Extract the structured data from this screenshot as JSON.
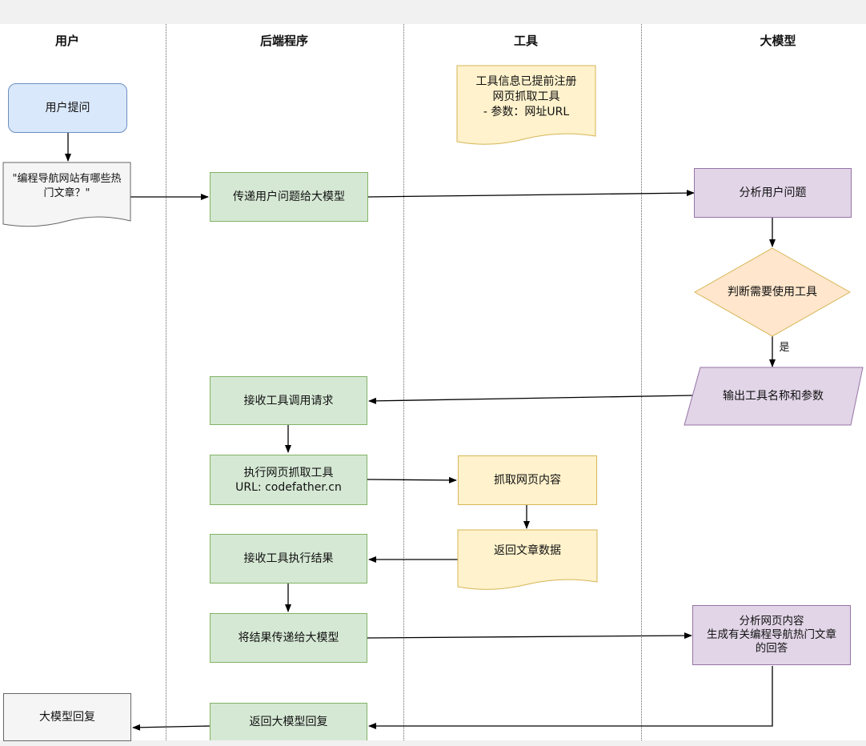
{
  "columns": {
    "user": "用户",
    "backend": "后端程序",
    "tool": "工具",
    "llm": "大模型"
  },
  "nodes": {
    "user_question": "用户提问",
    "question_text": "\"编程导航网站有哪些热\n门文章？\"",
    "tool_registered": "工具信息已提前注册\n网页抓取工具\n- 参数：网址URL",
    "pass_question": "传递用户问题给大模型",
    "analyze_question": "分析用户问题",
    "decide_tool": "判断需要使用工具",
    "yes_label": "是",
    "output_tool_call": "输出工具名称和参数",
    "receive_tool_call": "接收工具调用请求",
    "execute_tool": "执行网页抓取工具\nURL: codefather.cn",
    "fetch_page": "抓取网页内容",
    "return_data": "返回文章数据",
    "receive_result": "接收工具执行结果",
    "pass_result": "将结果传递给大模型",
    "analyze_page": "分析网页内容\n生成有关编程导航热门文章\n的回答",
    "llm_reply": "大模型回复",
    "return_reply": "返回大模型回复"
  },
  "colors": {
    "green_fill": "#d5e8d4",
    "purple_fill": "#e1d5e7",
    "yellow_fill": "#fff2cc",
    "blue_fill": "#dae8fc",
    "diamond_fill": "#ffe6cc"
  }
}
